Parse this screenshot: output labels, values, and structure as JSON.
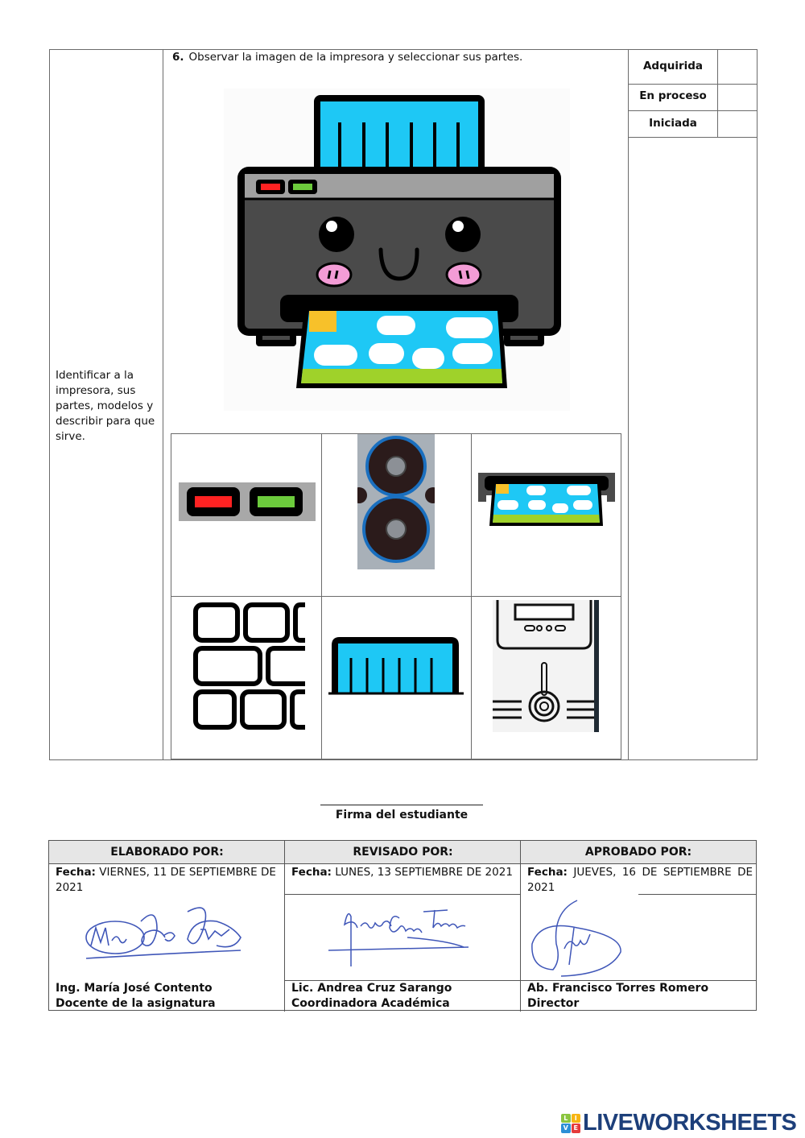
{
  "activity": {
    "objective_text": "Identificar a la impresora, sus partes, modelos y describir para que sirve.",
    "instruction_number": "6.",
    "instruction_text": "Observar la imagen de la impresora y seleccionar sus partes.",
    "rubric": {
      "levels": [
        "Adquirida",
        "En proceso",
        "Iniciada"
      ]
    },
    "main_image": "printer-illustration",
    "parts_options": [
      {
        "row": 1,
        "col": 1,
        "depicts": "control-buttons-icon"
      },
      {
        "row": 1,
        "col": 2,
        "depicts": "speakers-icon"
      },
      {
        "row": 1,
        "col": 3,
        "depicts": "paper-output-tray-icon"
      },
      {
        "row": 2,
        "col": 1,
        "depicts": "keyboard-keys-icon"
      },
      {
        "row": 2,
        "col": 2,
        "depicts": "paper-input-tray-icon"
      },
      {
        "row": 2,
        "col": 3,
        "depicts": "cpu-tower-icon"
      }
    ]
  },
  "signature": {
    "label": "Firma del estudiante"
  },
  "approval": {
    "columns": [
      {
        "header": "ELABORADO POR:",
        "fecha_label": "Fecha:",
        "fecha_value": "VIERNES, 11 DE SEPTIEMBRE DE 2021",
        "name": "Ing. María José Contento",
        "role": "Docente de la asignatura",
        "signature_text": "MariaJoseContento"
      },
      {
        "header": "REVISADO POR:",
        "fecha_label": "Fecha:",
        "fecha_value": "LUNES, 13 SEPTIEMBRE DE 2021",
        "name": "Lic. Andrea Cruz Sarango",
        "role": "Coordinadora Académica",
        "signature_text": "Andrea Cruz de Torres"
      },
      {
        "header": "APROBADO POR:",
        "fecha_label": "Fecha:",
        "fecha_value": "JUEVES, 16 DE SEPTIEMBRE DE 2021",
        "name": "Ab. Francisco Torres Romero",
        "role": "Director",
        "signature_text": ""
      }
    ]
  },
  "branding": {
    "name": "LIVEWORKSHEETS",
    "logo_letters": [
      "L",
      "I",
      "V",
      "E"
    ],
    "color": "#1d3f7a"
  },
  "colors": {
    "paper_blue": "#1ec8f5",
    "printer_body": "#4a4a4a",
    "printer_top": "#a0a0a0",
    "led_red": "#ff2222",
    "led_green": "#6ccb3c",
    "cheek_pink": "#f39cd6",
    "grass_green": "#9fd22a",
    "sun_yellow": "#f7c12a",
    "signature_blue": "#3f56b8"
  }
}
